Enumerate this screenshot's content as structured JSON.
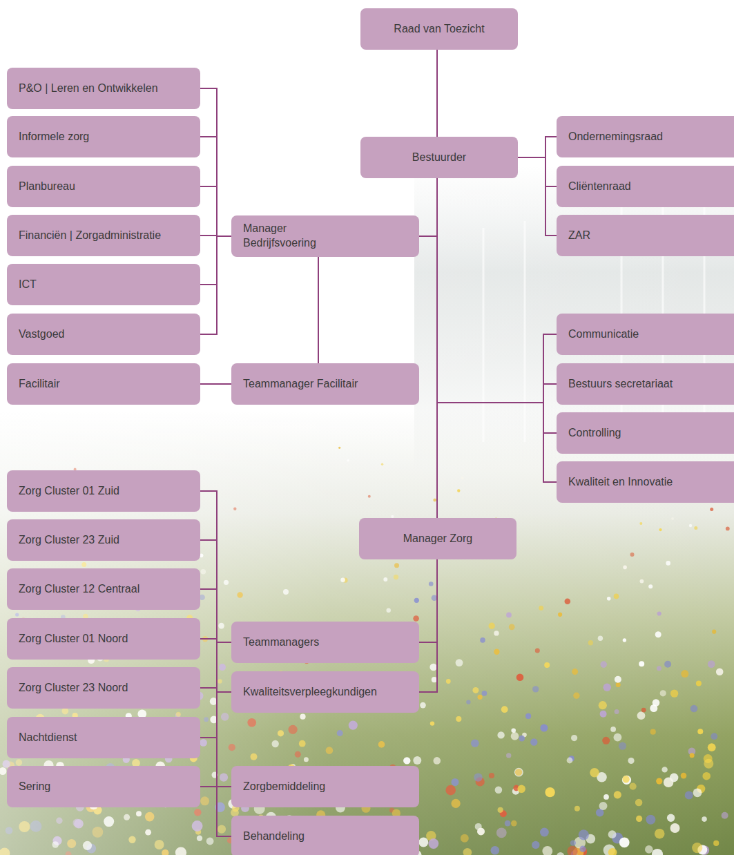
{
  "diagram": {
    "nodes": [
      {
        "text": [
          "Raad van Toezicht"
        ]
      },
      {
        "text": [
          "Bestuurder"
        ]
      },
      {
        "text": [
          "P&O | Leren en Ontwikkelen"
        ]
      },
      {
        "text": [
          "Informele zorg"
        ]
      },
      {
        "text": [
          "Planbureau"
        ]
      },
      {
        "text": [
          "Financiën | Zorgadministratie"
        ]
      },
      {
        "text": [
          "ICT"
        ]
      },
      {
        "text": [
          "Vastgoed"
        ]
      },
      {
        "text": [
          "Facilitair"
        ]
      },
      {
        "text": [
          "Manager Bedrijfsvoering"
        ]
      },
      {
        "text": [
          "Teammanager Facilitair"
        ]
      },
      {
        "text": [
          "Ondernemingsraad"
        ]
      },
      {
        "text": [
          "Cliëntenraad"
        ]
      },
      {
        "text": [
          "ZAR"
        ]
      },
      {
        "text": [
          "Communicatie"
        ]
      },
      {
        "text": [
          "Bestuurs secretariaat"
        ]
      },
      {
        "text": [
          "Controlling"
        ]
      },
      {
        "text": [
          "Kwaliteit en Innovatie"
        ]
      },
      {
        "text": [
          "Manager Zorg"
        ]
      },
      {
        "text": [
          "Zorg Cluster 01 Zuid"
        ]
      },
      {
        "text": [
          "Zorg Cluster 23 Zuid"
        ]
      },
      {
        "text": [
          "Zorg Cluster 12 Centraal"
        ]
      },
      {
        "text": [
          "Zorg Cluster 01 Noord"
        ]
      },
      {
        "text": [
          "Zorg Cluster 23 Noord"
        ]
      },
      {
        "text": [
          "Nachtdienst"
        ]
      },
      {
        "text": [
          "Sering"
        ]
      },
      {
        "text": [
          "Teammanagers"
        ]
      },
      {
        "text": [
          "Kwaliteitsverpleegkundigen"
        ]
      },
      {
        "text": [
          "Zorgbemiddeling"
        ]
      },
      {
        "text": [
          "Behandeling"
        ]
      }
    ],
    "edges": [
      {
        "from": 0,
        "to": 1,
        "arrow": "none"
      },
      {
        "from": 1,
        "to": 11,
        "arrow": "none"
      },
      {
        "from": 1,
        "to": 12,
        "arrow": "none"
      },
      {
        "from": 1,
        "to": 13,
        "arrow": "none"
      },
      {
        "from": 1,
        "to": 9,
        "arrow": "none"
      },
      {
        "from": 1,
        "to": 14,
        "arrow": "none"
      },
      {
        "from": 1,
        "to": 15,
        "arrow": "none"
      },
      {
        "from": 1,
        "to": 16,
        "arrow": "none"
      },
      {
        "from": 1,
        "to": 17,
        "arrow": "none"
      },
      {
        "from": 1,
        "to": 18,
        "arrow": "none"
      },
      {
        "from": 9,
        "to": 2,
        "arrow": "none"
      },
      {
        "from": 9,
        "to": 3,
        "arrow": "none"
      },
      {
        "from": 9,
        "to": 4,
        "arrow": "none"
      },
      {
        "from": 9,
        "to": 5,
        "arrow": "none"
      },
      {
        "from": 9,
        "to": 6,
        "arrow": "none"
      },
      {
        "from": 9,
        "to": 7,
        "arrow": "none"
      },
      {
        "from": 9,
        "to": 10,
        "arrow": "none"
      },
      {
        "from": 10,
        "to": 8,
        "arrow": "none"
      },
      {
        "from": 18,
        "to": 26,
        "arrow": "none"
      },
      {
        "from": 18,
        "to": 27,
        "arrow": "none"
      },
      {
        "from": 26,
        "to": 19,
        "arrow": "none"
      },
      {
        "from": 26,
        "to": 20,
        "arrow": "none"
      },
      {
        "from": 26,
        "to": 21,
        "arrow": "none"
      },
      {
        "from": 26,
        "to": 22,
        "arrow": "none"
      },
      {
        "from": 26,
        "to": 23,
        "arrow": "none"
      },
      {
        "from": 26,
        "to": 24,
        "arrow": "none"
      },
      {
        "from": 26,
        "to": 25,
        "arrow": "none"
      },
      {
        "from": 26,
        "to": 28,
        "arrow": "none"
      },
      {
        "from": 26,
        "to": 29,
        "arrow": "none"
      },
      {
        "from": 27,
        "to": 19,
        "arrow": "none"
      },
      {
        "from": 27,
        "to": 20,
        "arrow": "none"
      },
      {
        "from": 27,
        "to": 21,
        "arrow": "none"
      },
      {
        "from": 27,
        "to": 22,
        "arrow": "none"
      },
      {
        "from": 27,
        "to": 23,
        "arrow": "none"
      },
      {
        "from": 27,
        "to": 24,
        "arrow": "none"
      },
      {
        "from": 27,
        "to": 25,
        "arrow": "none"
      }
    ]
  }
}
